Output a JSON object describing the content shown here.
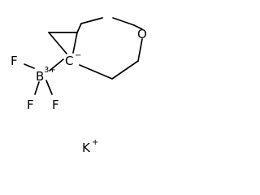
{
  "atoms": {
    "oxygen": "O",
    "carbanion": "C",
    "boron": "B",
    "fluorine_top": "F",
    "fluorine_bottom_left": "F",
    "fluorine_bottom_right": "F",
    "potassium": "K"
  },
  "charges": {
    "carbanion": "−",
    "boron": "3+",
    "potassium": "+"
  }
}
